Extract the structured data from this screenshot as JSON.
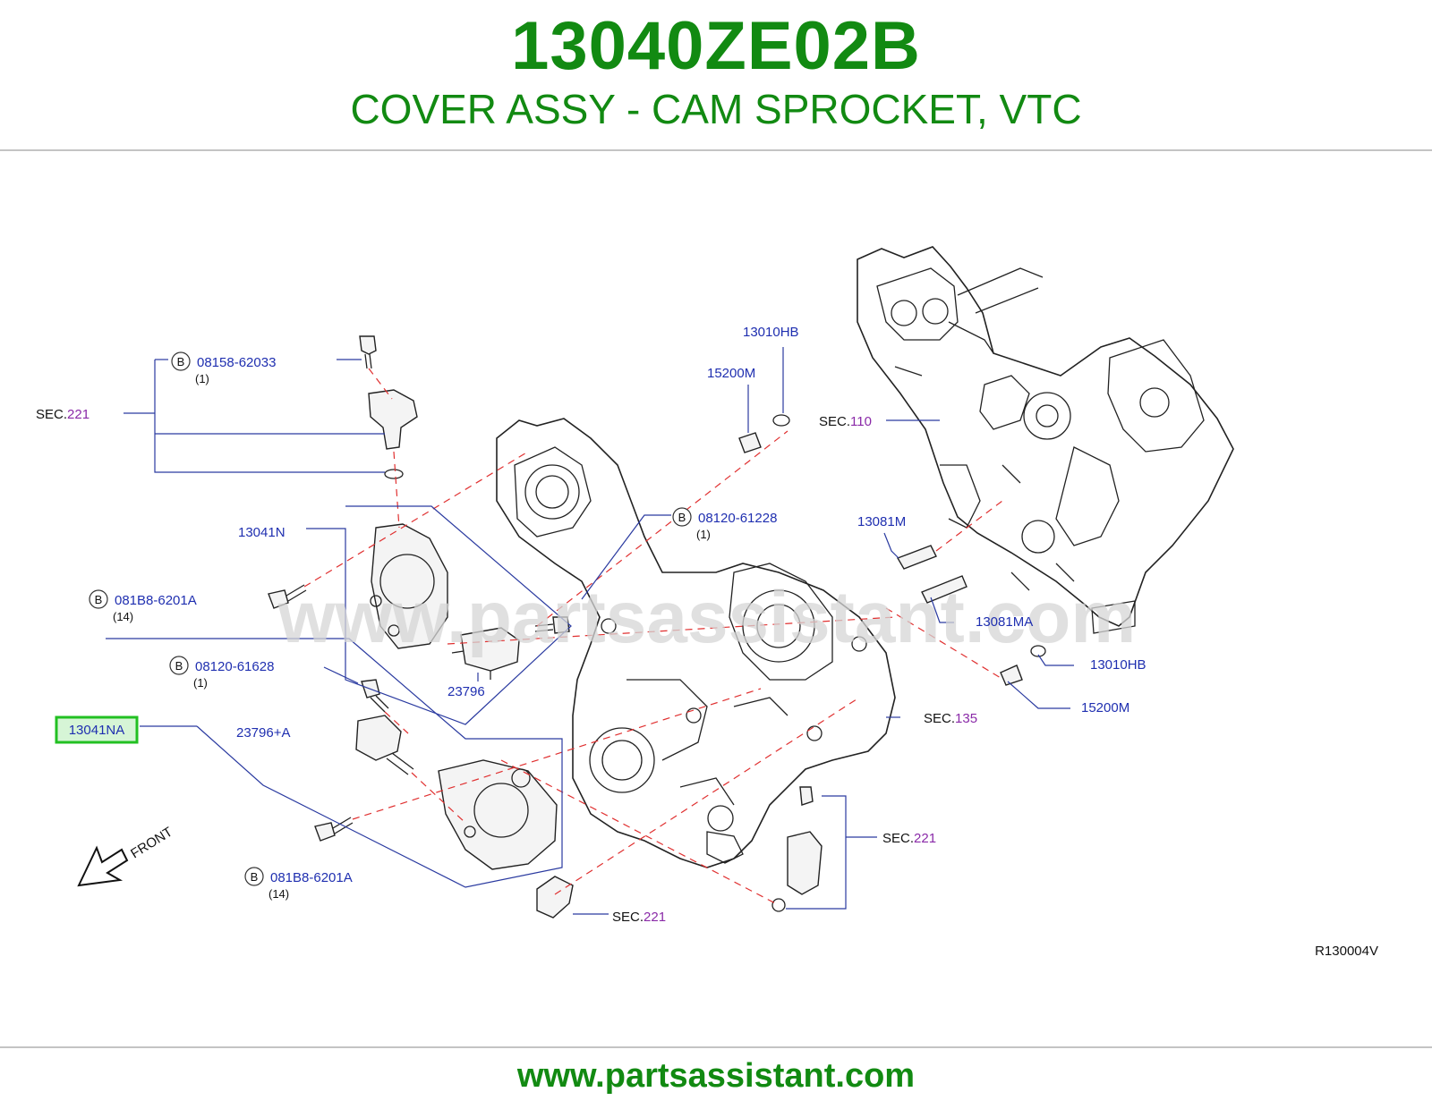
{
  "header": {
    "part_number": "13040ZE02B",
    "description": "COVER ASSY - CAM SPROCKET, VTC"
  },
  "footer": {
    "url": "www.partsassistant.com"
  },
  "watermark": "www.partsassistant.com",
  "diagram": {
    "code": "R130004V",
    "front_label": "FRONT",
    "bolt_marker": "B",
    "sec_prefix": "SEC.",
    "callouts": {
      "bolt_08158": {
        "number": "08158-62033",
        "qty": "(1)"
      },
      "bolt_08120_61228": {
        "number": "08120-61228",
        "qty": "(1)"
      },
      "bolt_081b8_upper": {
        "number": "081B8-6201A",
        "qty": "(14)"
      },
      "bolt_08120_61628": {
        "number": "08120-61628",
        "qty": "(1)"
      },
      "bolt_081b8_lower": {
        "number": "081B8-6201A",
        "qty": "(14)"
      },
      "p_13010hb_top": "13010HB",
      "p_15200m_top": "15200M",
      "p_13041n": "13041N",
      "p_23796": "23796",
      "p_13041na": "13041NA",
      "p_23796a": "23796+A",
      "p_13081m": "13081M",
      "p_13081ma": "13081MA",
      "p_13010hb_bot": "13010HB",
      "p_15200m_bot": "15200M"
    },
    "sections": {
      "left": "221",
      "right_top": "110",
      "right_mid": "135",
      "sensor_right": "221",
      "sensor_bottom": "221"
    },
    "highlight_color": "#22c022"
  }
}
